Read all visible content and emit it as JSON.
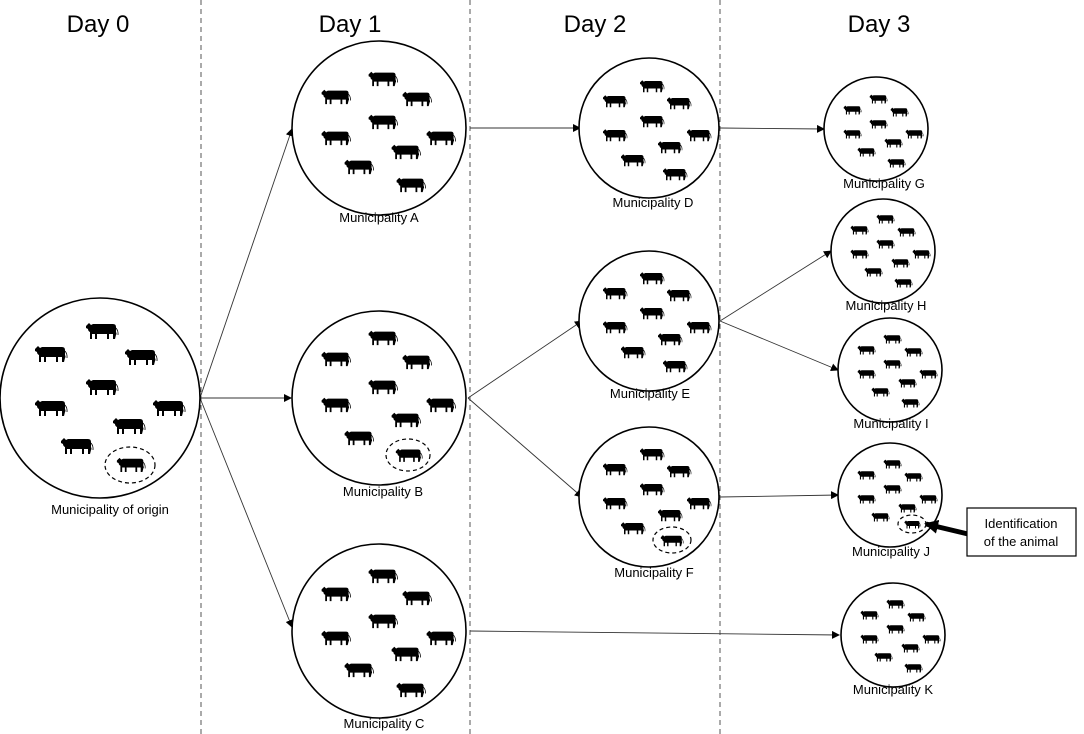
{
  "days": [
    "Day 0",
    "Day 1",
    "Day 2",
    "Day 3"
  ],
  "municipalities": {
    "origin": "Municipality of origin",
    "A": "Municipality A",
    "B": "Municipality B",
    "C": "Municipality C",
    "D": "Municipality D",
    "E": "Municipality E",
    "F": "Municipality F",
    "G": "Municipality G",
    "H": "Municipality H",
    "I": "Municipality I",
    "J": "Municipality J",
    "K": "Municipality K"
  },
  "callout": {
    "line1": "Identification",
    "line2": "of the animal"
  },
  "icons": {
    "animal": "cow-icon",
    "highlight": "dashed-ellipse-highlight",
    "pointer": "arrow-icon"
  },
  "colors": {
    "stroke": "#000000",
    "background": "#ffffff"
  }
}
